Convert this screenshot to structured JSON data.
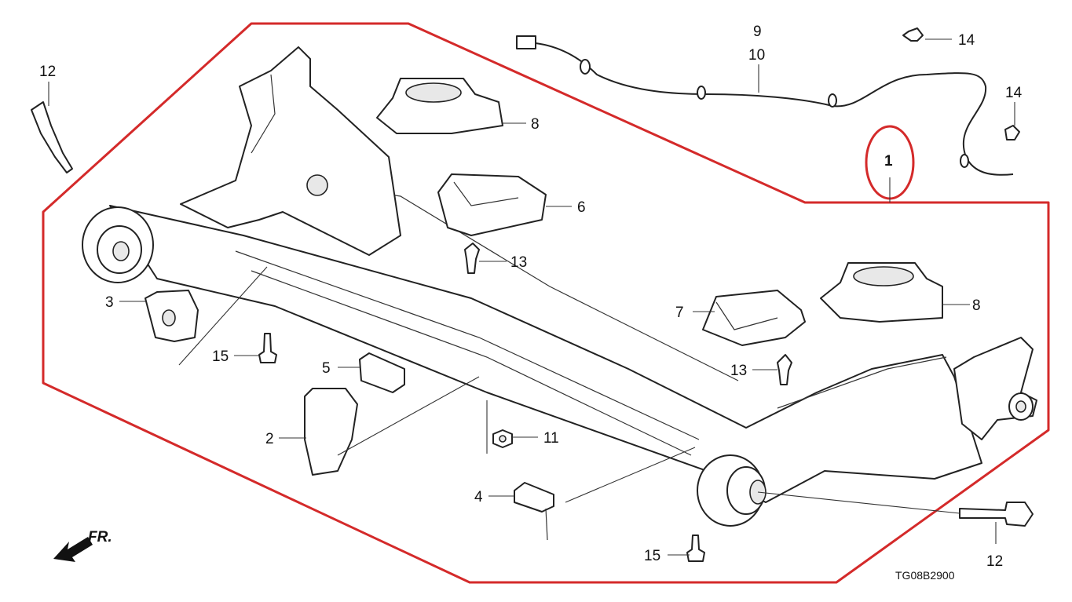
{
  "diagram": {
    "callouts": [
      "1",
      "2",
      "3",
      "4",
      "5",
      "6",
      "7",
      "8",
      "9",
      "10",
      "11",
      "12",
      "13",
      "14",
      "15"
    ],
    "front_indicator": "FR.",
    "drawing_code": "TG08B2900",
    "colors": {
      "outline": "#d42a2a",
      "line": "#222222",
      "background": "#ffffff"
    }
  }
}
